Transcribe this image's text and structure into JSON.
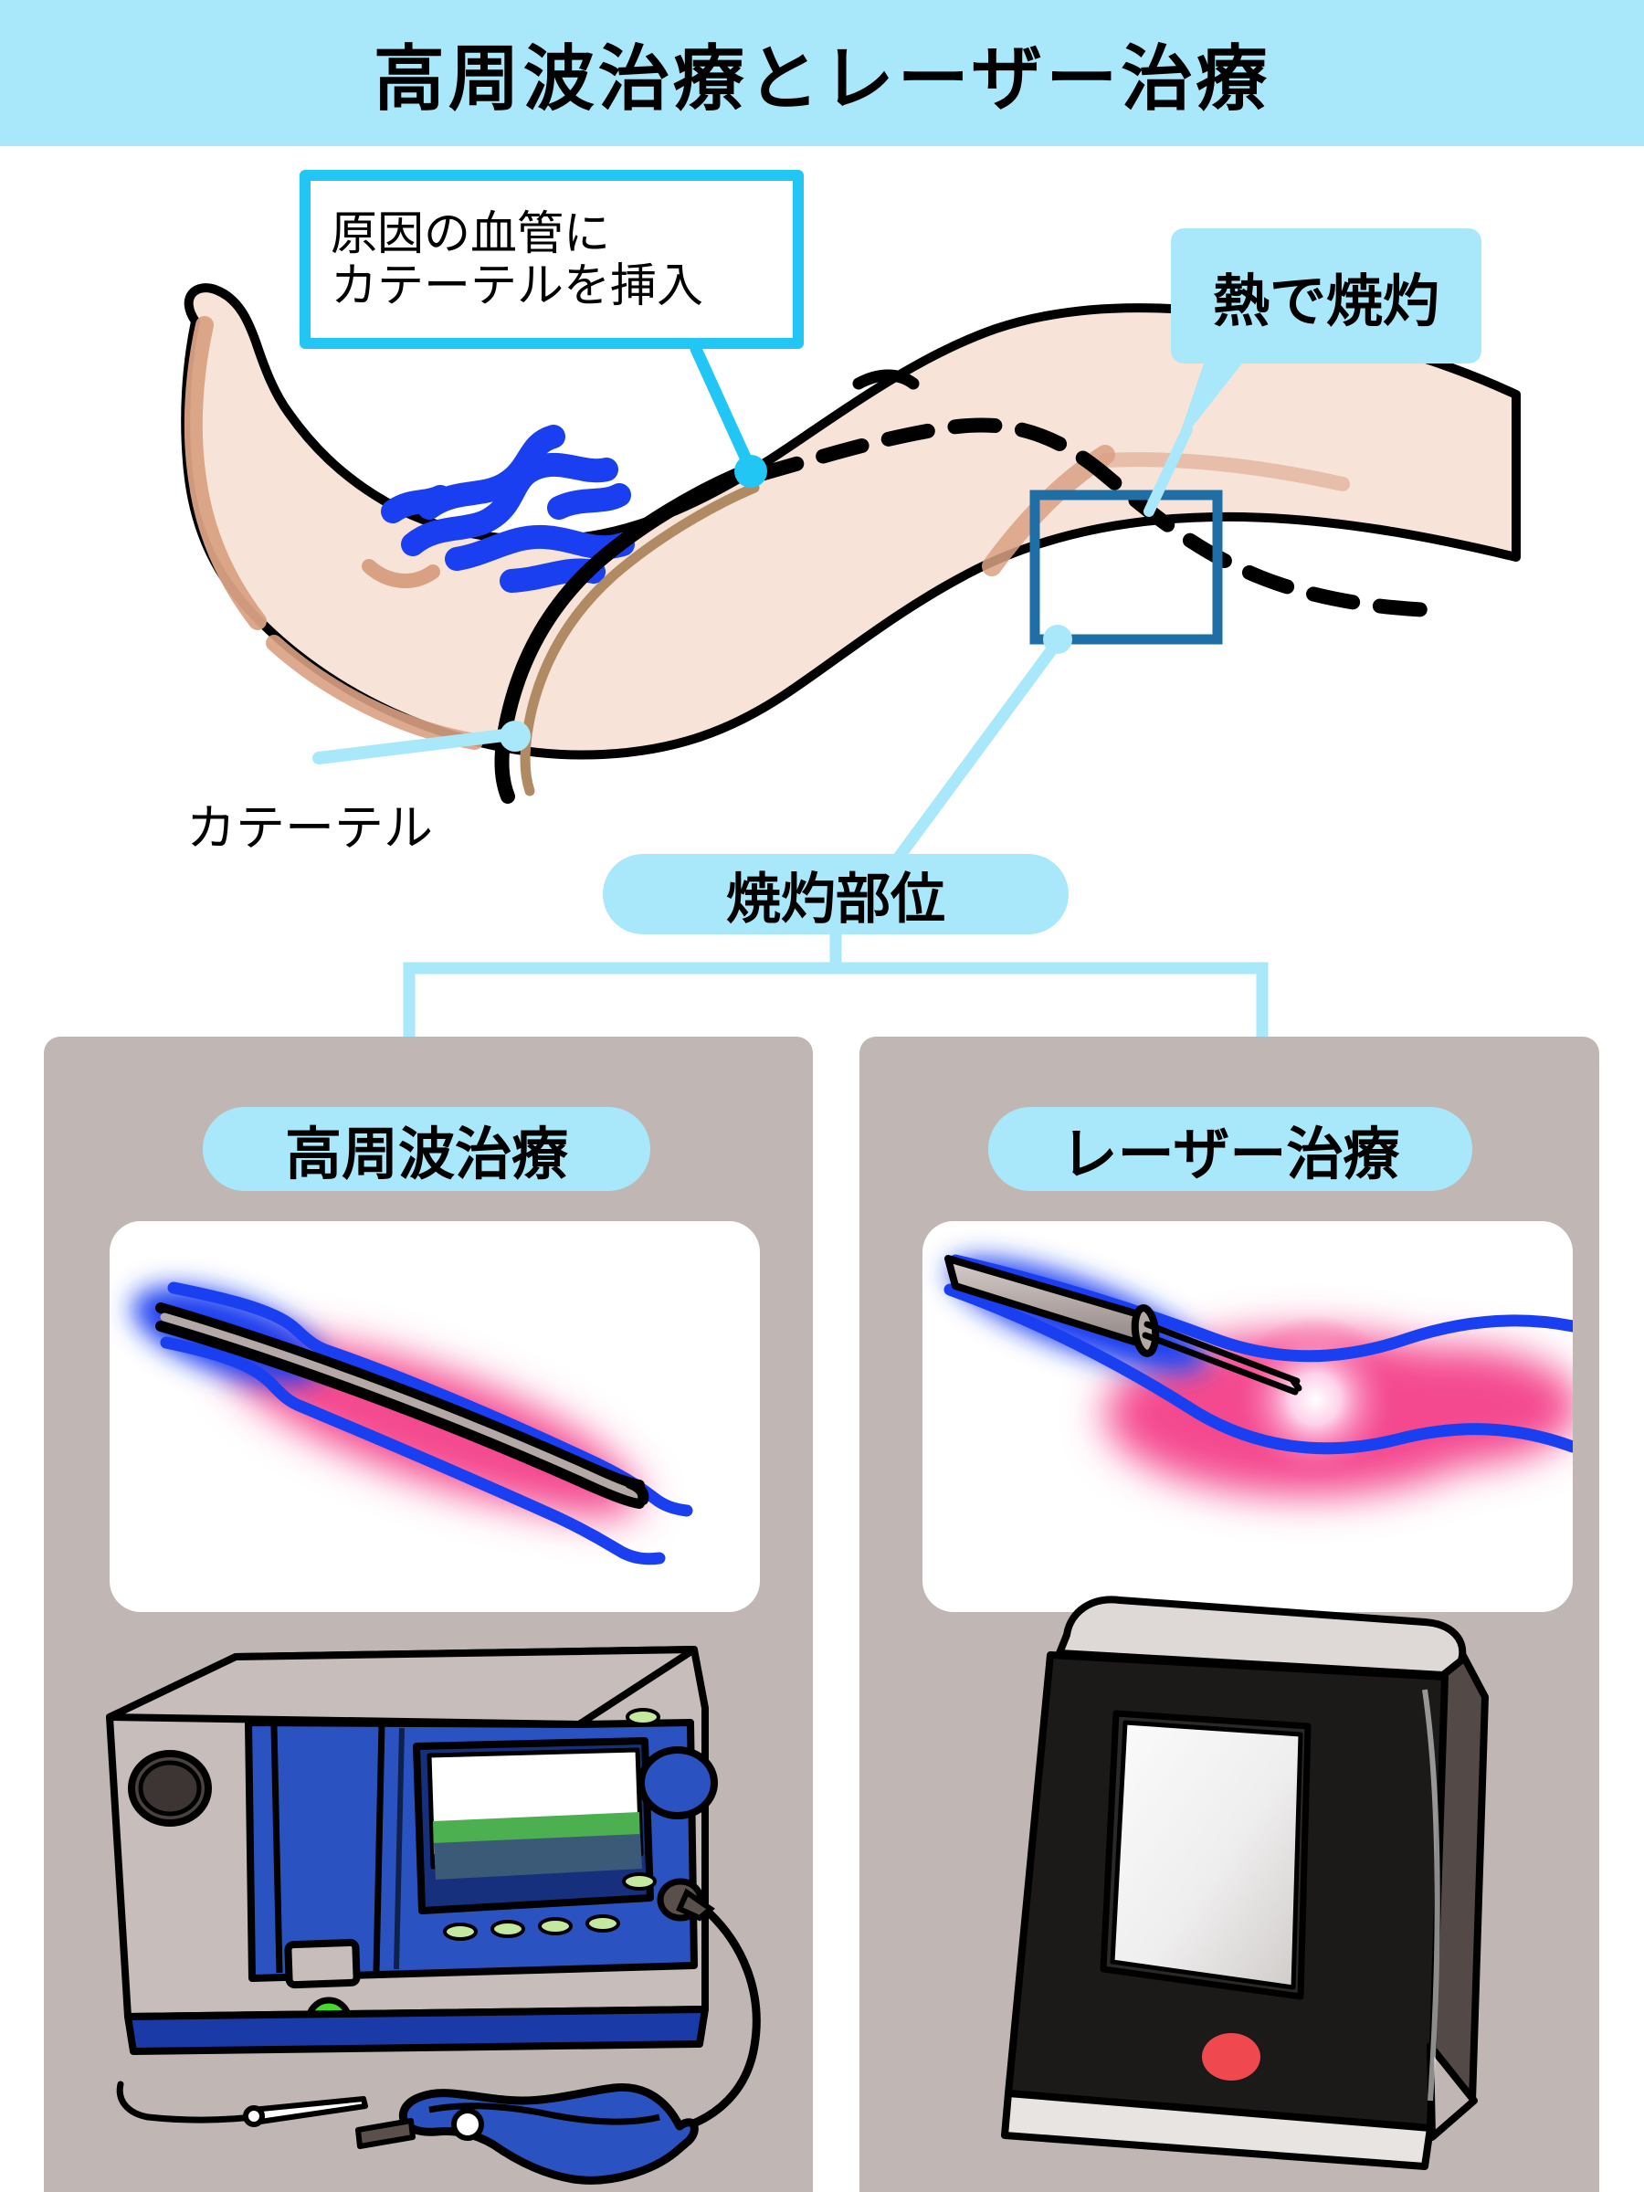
{
  "header": {
    "title": "高周波治療とレーザー治療",
    "background_color": "#a9e8fb"
  },
  "diagram": {
    "callout_insert": {
      "line1": "原因の血管に",
      "line2": "カテーテルを挿入",
      "border_color": "#22c6f5"
    },
    "bubble_cauterize": {
      "text": "熱で焼灼",
      "fill_color": "#a9e8fb"
    },
    "label_catheter": "カテーテル",
    "pill_site": "焼灼部位",
    "highlight_box_color": "#1f6fa6",
    "leg": {
      "skin_color": "#f7e3d8",
      "shadow_color": "#d9a184",
      "vein_color": "#1a3ff0",
      "outline_color": "#000000",
      "catheter_path_style": "dashed"
    },
    "connector_color": "#a9e8fb"
  },
  "panels": [
    {
      "id": "rf",
      "title": "高周波治療",
      "panel_color": "#c0b7b4",
      "card_color": "#ffffff",
      "vessel": {
        "wall_color": "#1a3ff0",
        "heat_glow_color": "#f4488f",
        "catheter_color": "#000000",
        "catheter_core_color": "#b4a9a6"
      },
      "device": {
        "name": "radiofrequency-generator",
        "body_color": "#c7bdba",
        "front_panel_color": "#2a52c0",
        "base_color": "#1a3aa8",
        "screen_color": "#ffffff",
        "screen_band_color": "#4caf50",
        "screen_lower_color": "#3a5a78",
        "knob_color": "#4a4240",
        "indicator_color": "#46d82b",
        "button_color": "#c3e8a0",
        "cable_color": "#000000",
        "handpiece_color": "#2a52c0"
      }
    },
    {
      "id": "laser",
      "title": "レーザー治療",
      "panel_color": "#c0b7b4",
      "card_color": "#ffffff",
      "vessel": {
        "wall_color": "#1a3ff0",
        "heat_glow_color": "#f4488f",
        "focus_color": "#ffffff",
        "sheath_color": "#b4a9a6",
        "fiber_color": "#000000"
      },
      "device": {
        "name": "laser-console",
        "body_color": "#1c1a19",
        "top_edge_color": "#ded8d6",
        "side_color": "#534a47",
        "screen_color": "#efeeee",
        "button_color": "#f0484f",
        "stand_color": "#c0b7b4"
      }
    }
  ]
}
